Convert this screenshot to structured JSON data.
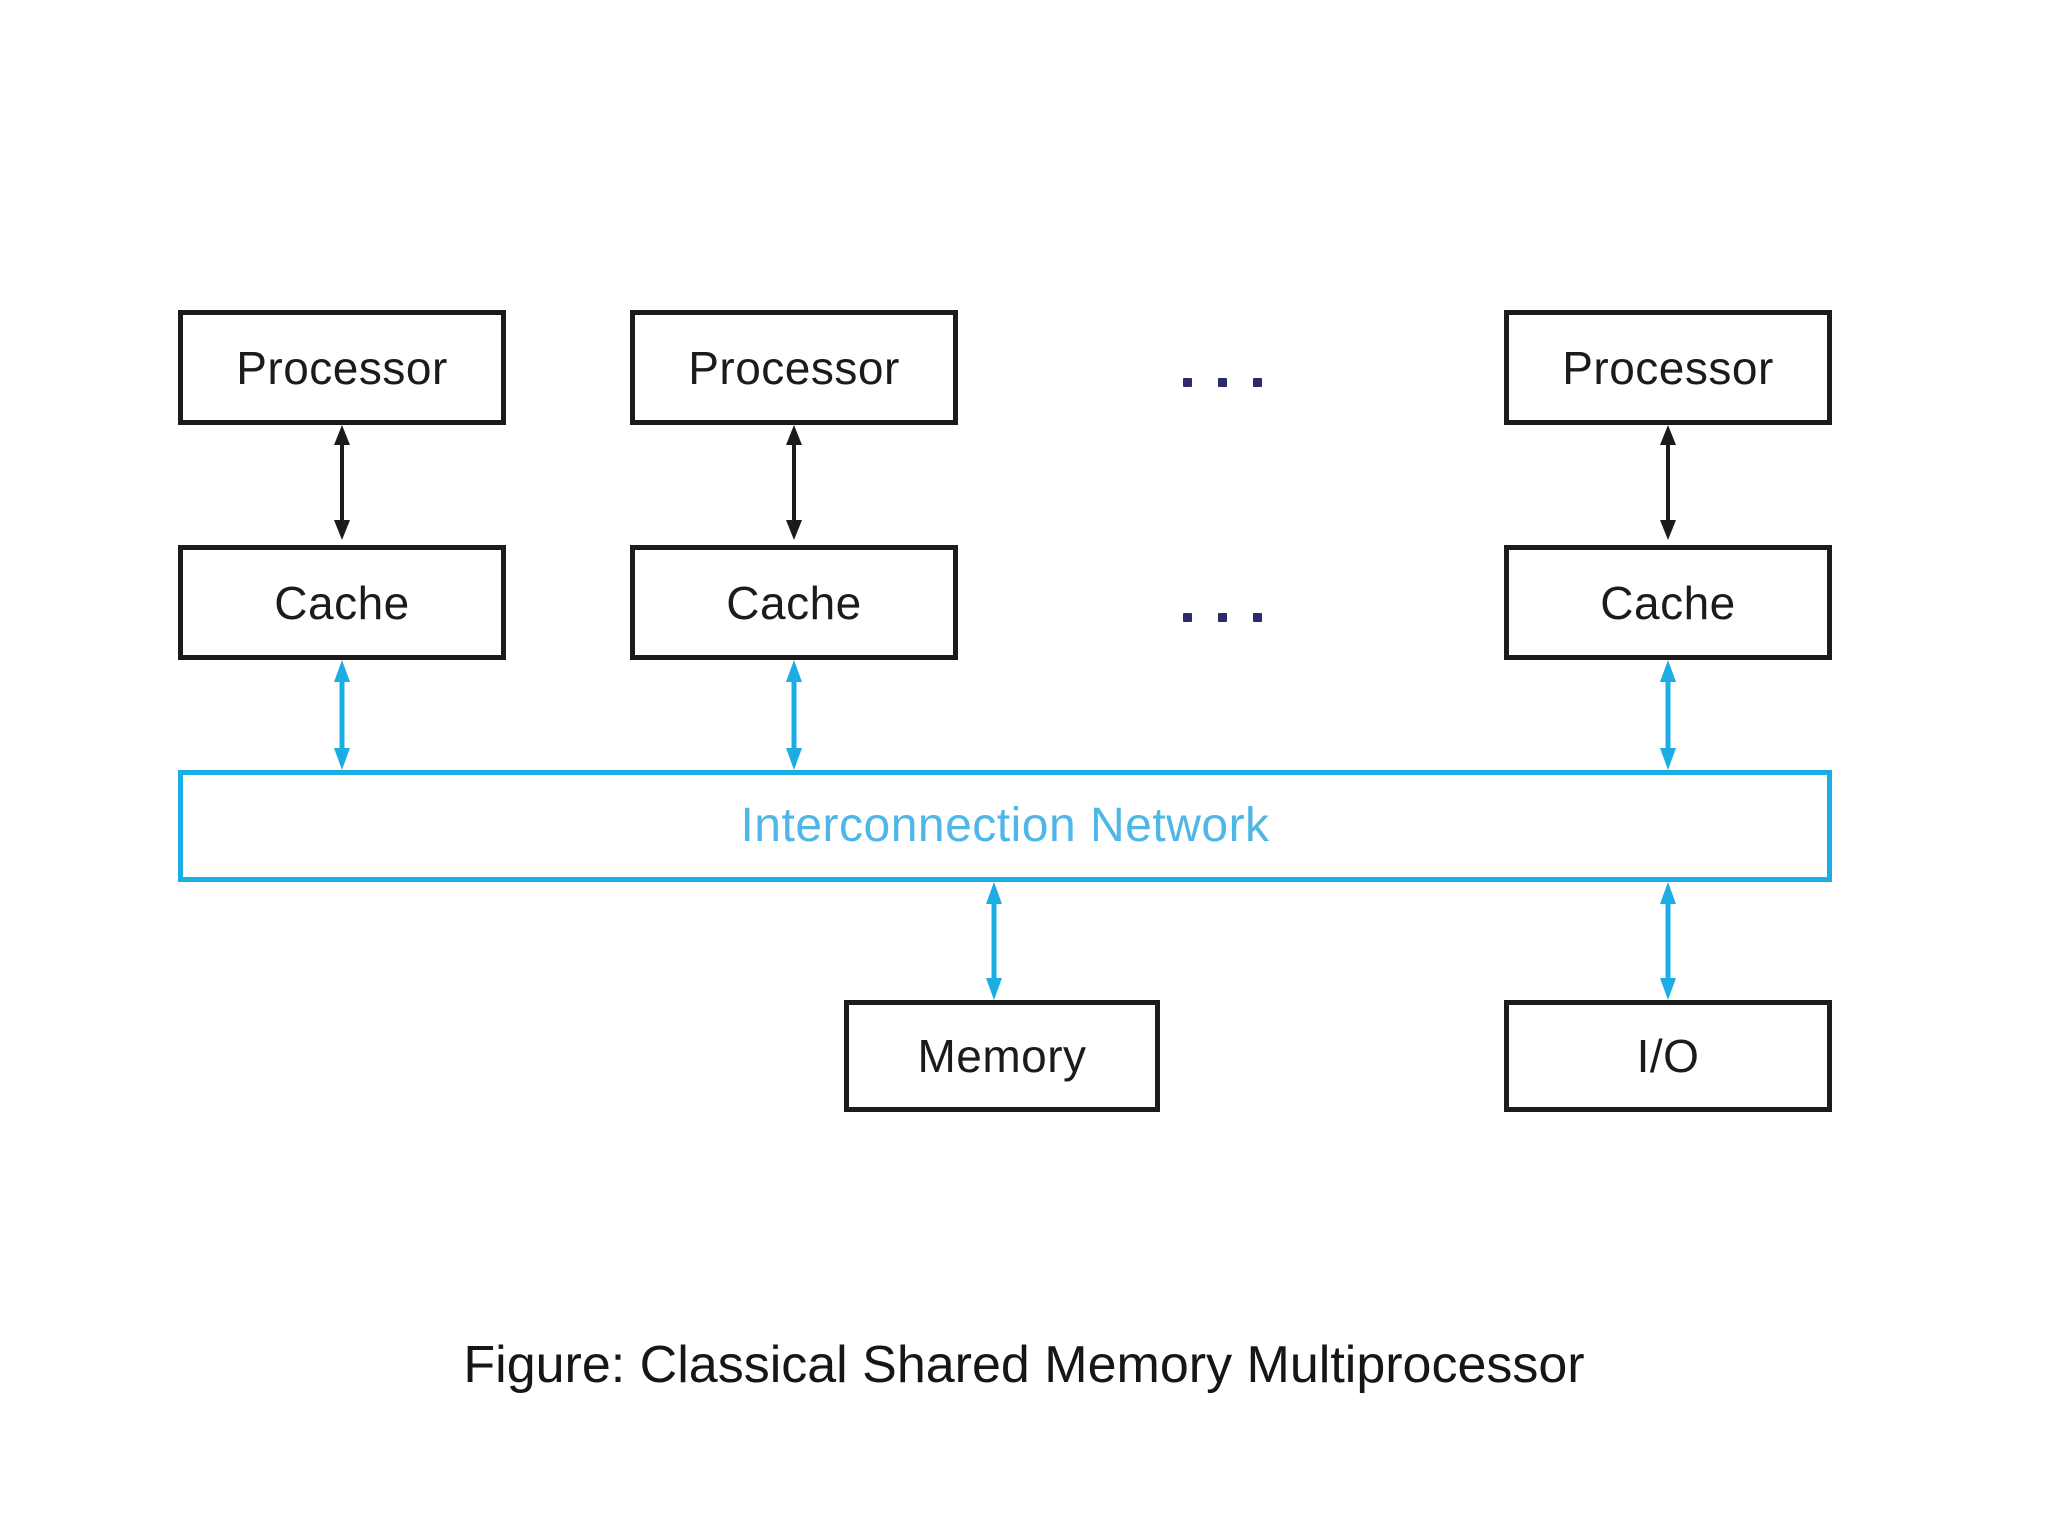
{
  "figure": {
    "caption": "Figure: Classical Shared Memory Multiprocessor",
    "background_color": "#ffffff",
    "node_border_color": "#1b1b1b",
    "node_text_color": "#1b1b1b",
    "network_color": "#1cade4",
    "network_text_color": "#4fb6e8",
    "black_arrow_color": "#1b1b1b",
    "blue_arrow_color": "#1cade4"
  },
  "processors": [
    {
      "label": "Processor"
    },
    {
      "label": "Processor"
    },
    {
      "label": "Processor"
    }
  ],
  "caches": [
    {
      "label": "Cache"
    },
    {
      "label": "Cache"
    },
    {
      "label": "Cache"
    }
  ],
  "network": {
    "label": "Interconnection Network"
  },
  "peripherals": [
    {
      "label": "Memory"
    },
    {
      "label": "I/O"
    }
  ],
  "ellipses": [
    {
      "label": "...",
      "row": "processor-row"
    },
    {
      "label": "...",
      "row": "cache-row"
    }
  ],
  "connectors": [
    {
      "name": "processor-0-to-cache-0",
      "style": "black",
      "direction": "bidirectional"
    },
    {
      "name": "processor-1-to-cache-1",
      "style": "black",
      "direction": "bidirectional"
    },
    {
      "name": "processor-2-to-cache-2",
      "style": "black",
      "direction": "bidirectional"
    },
    {
      "name": "cache-0-to-network",
      "style": "blue",
      "direction": "bidirectional"
    },
    {
      "name": "cache-1-to-network",
      "style": "blue",
      "direction": "bidirectional"
    },
    {
      "name": "cache-2-to-network",
      "style": "blue",
      "direction": "bidirectional"
    },
    {
      "name": "network-to-memory",
      "style": "blue",
      "direction": "bidirectional"
    },
    {
      "name": "network-to-io",
      "style": "blue",
      "direction": "bidirectional"
    }
  ]
}
